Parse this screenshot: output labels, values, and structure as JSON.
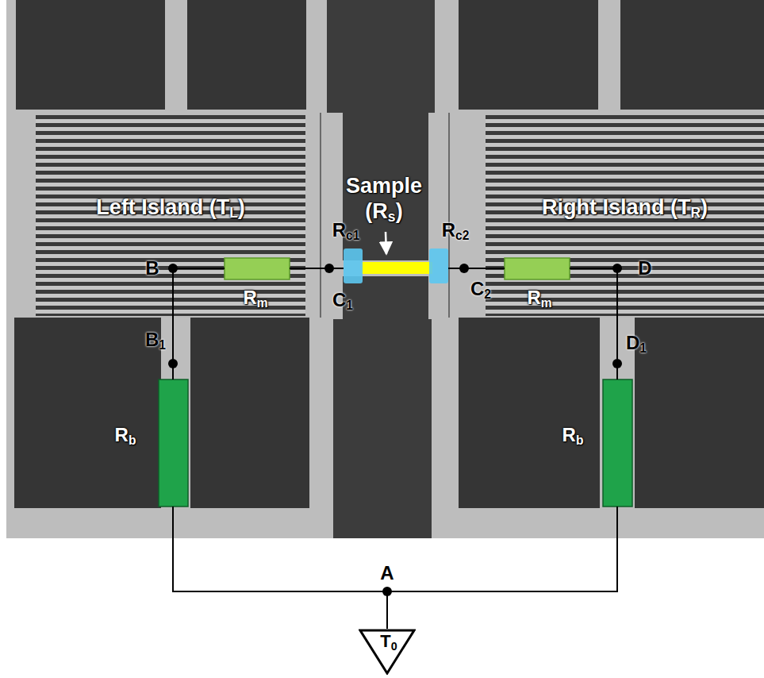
{
  "diagram": {
    "nodes": [
      {
        "text": [
          "Left Island (TL)"
        ]
      },
      {
        "text": [
          "Right Island (TR)"
        ]
      },
      {
        "text": [
          "T0"
        ]
      }
    ],
    "labels": [
      "Sample (Rs)",
      "Rc1",
      "Rc2",
      "B",
      "C1",
      "Rm",
      "B1",
      "Rb",
      "C2",
      "Rm",
      "D",
      "D1",
      "Rb",
      "A"
    ]
  }
}
